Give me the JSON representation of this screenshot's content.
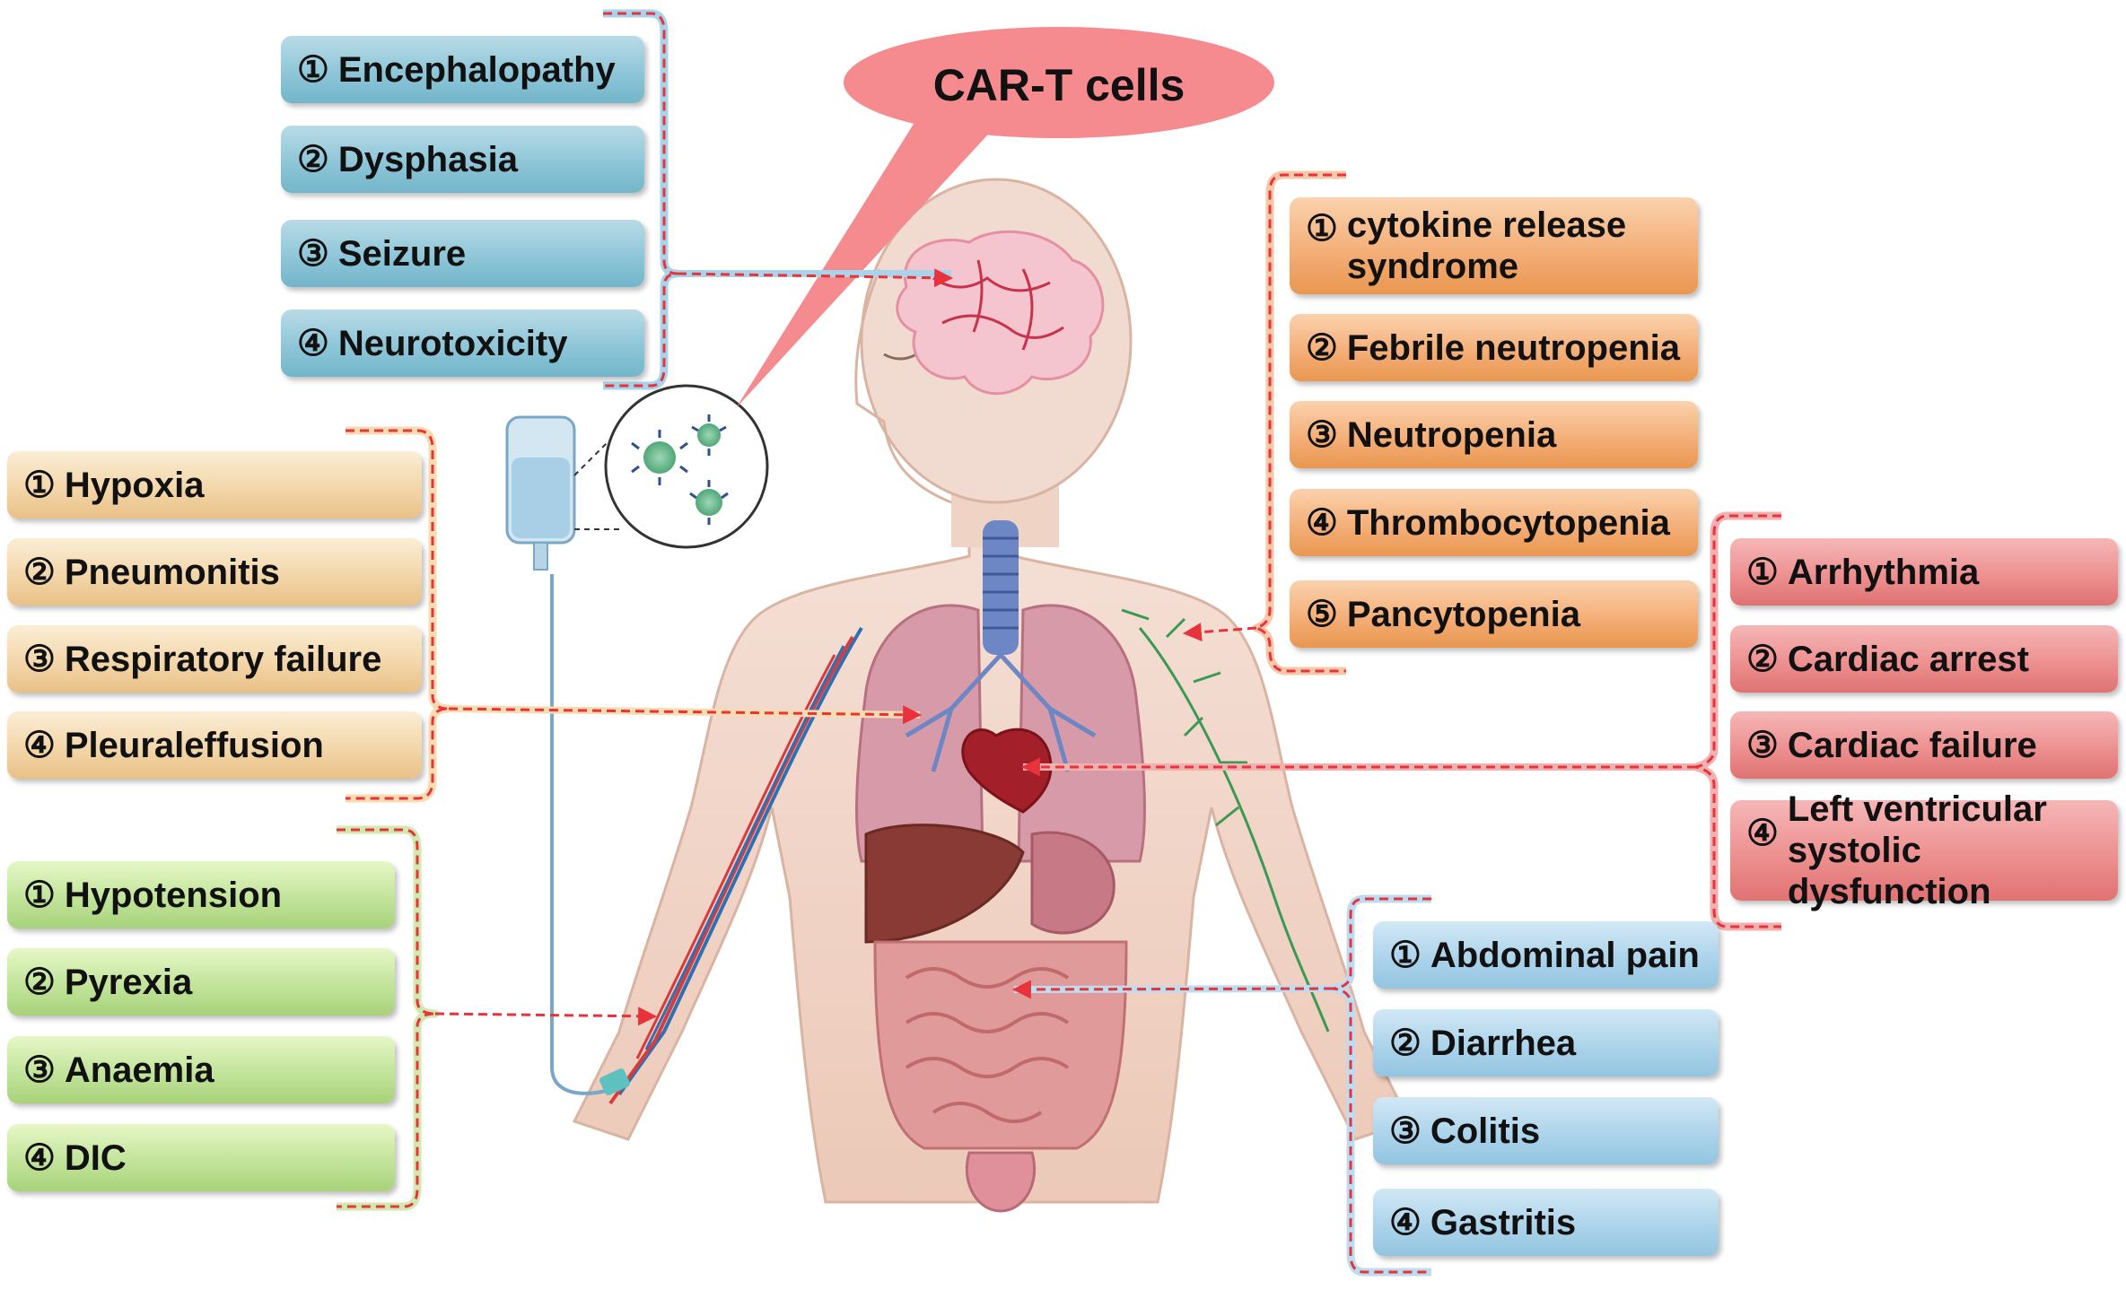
{
  "title": "CAR-T cells",
  "groups": {
    "neuro": {
      "items": [
        {
          "num": "①",
          "label": "Encephalopathy"
        },
        {
          "num": "②",
          "label": "Dysphasia"
        },
        {
          "num": "③",
          "label": "Seizure"
        },
        {
          "num": "④",
          "label": "Neurotoxicity"
        }
      ]
    },
    "blood": {
      "items": [
        {
          "num": "①",
          "label": "cytokine release\nsyndrome"
        },
        {
          "num": "②",
          "label": "Febrile neutropenia"
        },
        {
          "num": "③",
          "label": "Neutropenia"
        },
        {
          "num": "④",
          "label": "Thrombocytopenia"
        },
        {
          "num": "⑤",
          "label": "Pancytopenia"
        }
      ]
    },
    "lung": {
      "items": [
        {
          "num": "①",
          "label": "Hypoxia"
        },
        {
          "num": "②",
          "label": "Pneumonitis"
        },
        {
          "num": "③",
          "label": "Respiratory failure"
        },
        {
          "num": "④",
          "label": "Pleuraleffusion"
        }
      ]
    },
    "heart": {
      "items": [
        {
          "num": "①",
          "label": "Arrhythmia"
        },
        {
          "num": "②",
          "label": "Cardiac arrest"
        },
        {
          "num": "③",
          "label": "Cardiac failure"
        },
        {
          "num": "④",
          "label": "Left ventricular\nsystolic dysfunction"
        }
      ]
    },
    "vascular": {
      "items": [
        {
          "num": "①",
          "label": "Hypotension"
        },
        {
          "num": "②",
          "label": "Pyrexia"
        },
        {
          "num": "③",
          "label": "Anaemia"
        },
        {
          "num": "④",
          "label": "DIC"
        }
      ]
    },
    "gi": {
      "items": [
        {
          "num": "①",
          "label": "Abdominal pain"
        },
        {
          "num": "②",
          "label": "Diarrhea"
        },
        {
          "num": "③",
          "label": "Colitis"
        },
        {
          "num": "④",
          "label": "Gastritis"
        }
      ]
    }
  },
  "colors": {
    "arrow": "#e8323c",
    "neuro_box": "#8ec6d8",
    "blood_box": "#f3ac74",
    "lung_box": "#f2d4a6",
    "heart_box": "#ec8d8d",
    "vascular_box": "#bfe297",
    "gi_box": "#a9d2ea",
    "callout": "#f58a8f",
    "skin": "#f1d5c8"
  }
}
